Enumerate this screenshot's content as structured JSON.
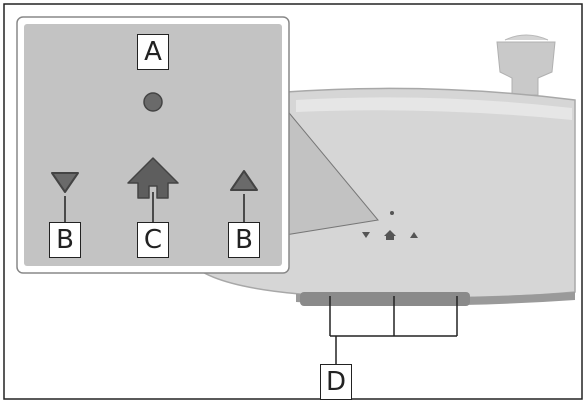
{
  "labels": {
    "a": "A",
    "b": "B",
    "c": "C",
    "d": "D"
  },
  "icons": [
    "indicator-light-icon",
    "triangle-down-icon",
    "home-icon",
    "triangle-up-icon"
  ],
  "colors": {
    "inset_background": "#c3c3c3",
    "mirror_body": "#d6d6d6",
    "icon_fill": "#6a6a6a"
  }
}
